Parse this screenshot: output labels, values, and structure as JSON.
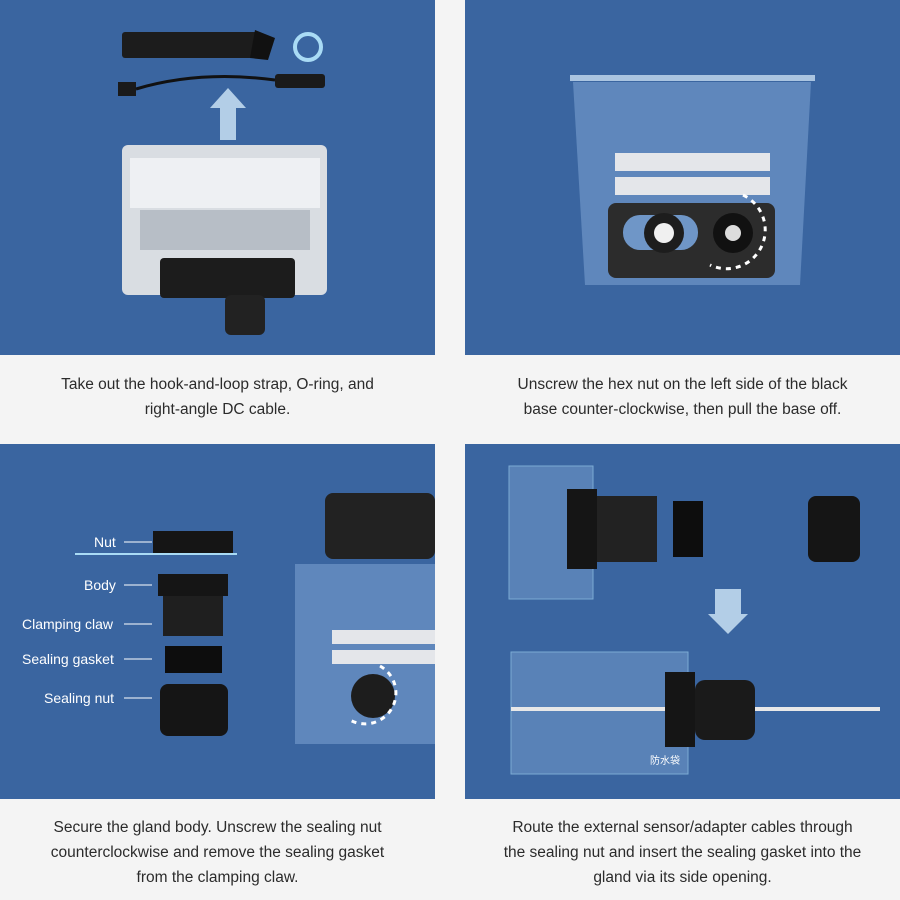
{
  "steps": [
    {
      "caption_line1": "Take out the hook-and-loop strap, O-ring, and",
      "caption_line2": "right-angle DC cable."
    },
    {
      "caption_line1": "Unscrew the hex nut on the left side of the black",
      "caption_line2": "base counter-clockwise, then pull the base off."
    },
    {
      "caption_line1": "Secure the gland body. Unscrew the sealing nut",
      "caption_line2": "counterclockwise and remove the sealing gasket",
      "caption_line3": "from the clamping claw."
    },
    {
      "caption_line1": "Route the external sensor/adapter cables through",
      "caption_line2": "the sealing nut and insert the sealing gasket into the",
      "caption_line3": "gland via its side opening."
    }
  ],
  "gland_parts": {
    "nut": "Nut",
    "body": "Body",
    "clamping_claw": "Clamping claw",
    "sealing_gasket": "Sealing gasket",
    "sealing_nut": "Sealing nut"
  },
  "bag_label": "防水袋",
  "colors": {
    "panel": "#3a65a0",
    "background": "#f4f4f4",
    "text": "#2b2b2b"
  }
}
